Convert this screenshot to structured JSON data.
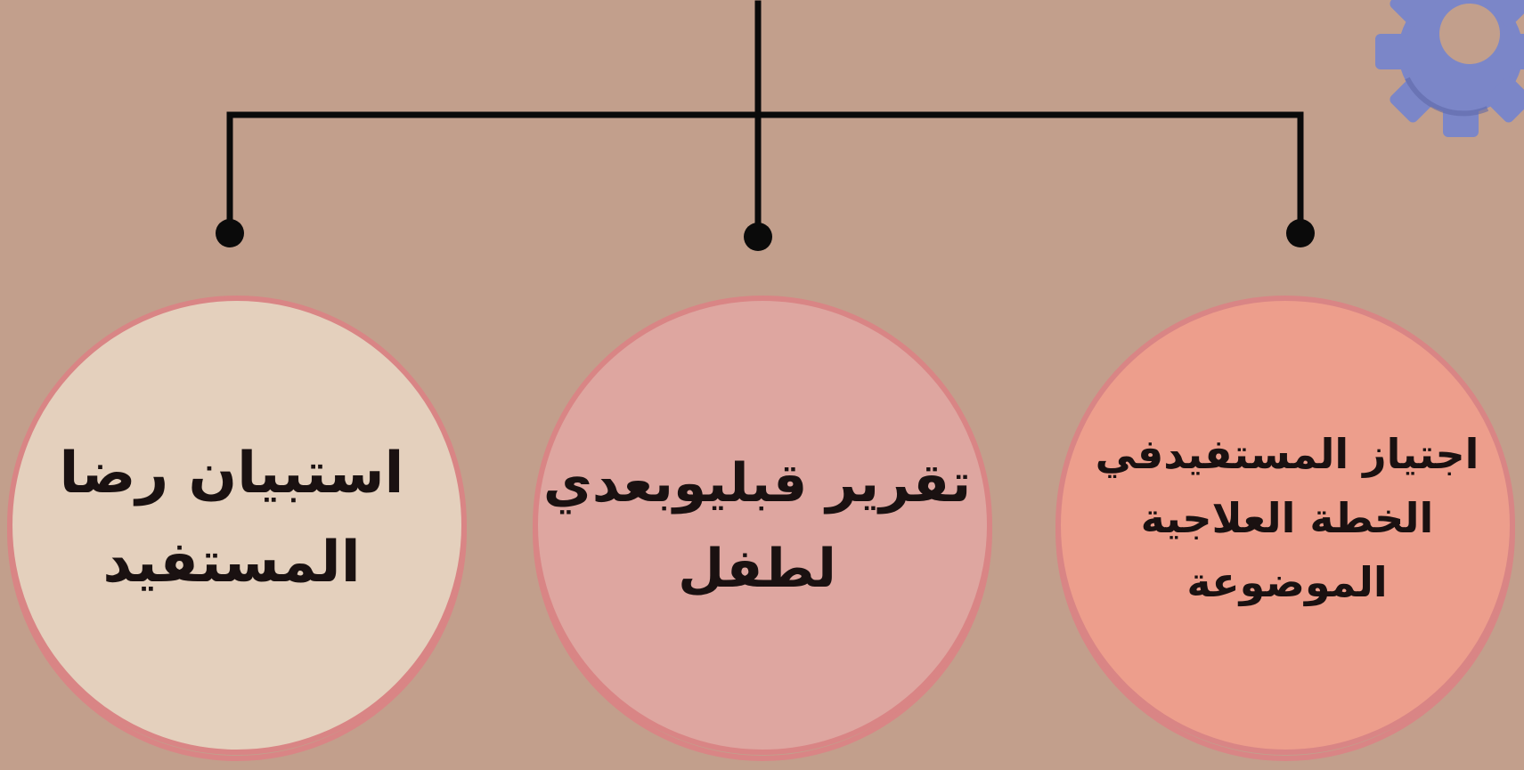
{
  "colors": {
    "background": "#c29f8c",
    "connector": "#0a0a0a",
    "node_border": "#d98585",
    "gear": "#7b86c8"
  },
  "nodes": [
    {
      "id": "right",
      "lines": [
        "اجتياز المستفيدفي",
        "الخطة العلاجية",
        "الموضوعة"
      ],
      "fill": "#ed9e8c"
    },
    {
      "id": "middle",
      "lines": [
        "تقرير قبليوبعدي",
        "لطفل"
      ],
      "fill": "#dea6a0"
    },
    {
      "id": "left",
      "lines": [
        "استبيان رضا",
        "المستفيد"
      ],
      "fill": "#e4d0bd"
    }
  ],
  "decoration": {
    "icon": "gear-icon"
  }
}
